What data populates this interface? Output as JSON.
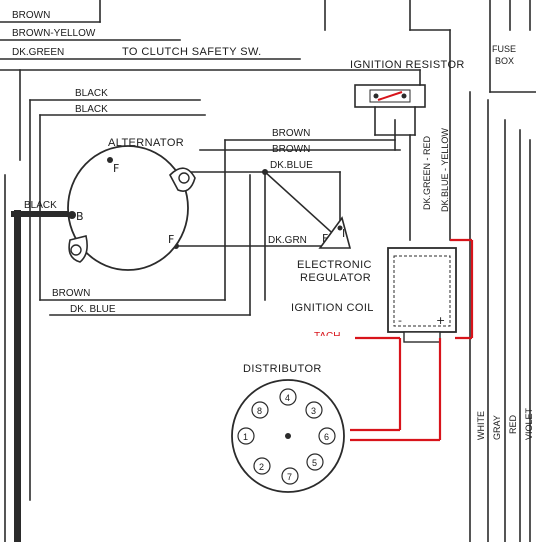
{
  "wire_labels": {
    "brown_top": "BROWN",
    "brown_yellow": "BROWN-YELLOW",
    "dk_green_top": "DK.GREEN",
    "to_clutch": "TO CLUTCH SAFETY SW.",
    "black_1": "BLACK",
    "black_2": "BLACK",
    "brown_1": "BROWN",
    "brown_2": "BROWN",
    "dk_blue_1": "DK.BLUE",
    "dk_grn": "DK.GRN",
    "black_left": "BLACK",
    "brown_low": "BROWN",
    "dk_blue_low": "DK. BLUE",
    "dk_green_red": "DK.GREEN - RED",
    "dk_blue_yellow": "DK.BLUE - YELLOW",
    "white": "WHITE",
    "gray": "GRAY",
    "red": "RED",
    "violet": "VIOLET"
  },
  "components": {
    "ignition_resistor": "IGNITION RESISTOR",
    "fuse_box_line1": "FUSE",
    "fuse_box_line2": "BOX",
    "alternator": "ALTERNATOR",
    "electronic_regulator_line1": "ELECTRONIC",
    "electronic_regulator_line2": "REGULATOR",
    "ignition_coil": "IGNITION COIL",
    "distributor": "DISTRIBUTOR",
    "tach": "TACH"
  },
  "terminals": {
    "alt_f_top": "F",
    "alt_b": "B",
    "alt_f_right": "F",
    "reg_f": "F",
    "reg_i": "I",
    "coil_minus": "-",
    "coil_plus": "+"
  },
  "distributor_cap": {
    "terminals": [
      "1",
      "2",
      "3",
      "4",
      "5",
      "6",
      "7",
      "8"
    ]
  },
  "colors": {
    "wire": "#2b2b2b",
    "tach_wire": "#d8141b"
  }
}
